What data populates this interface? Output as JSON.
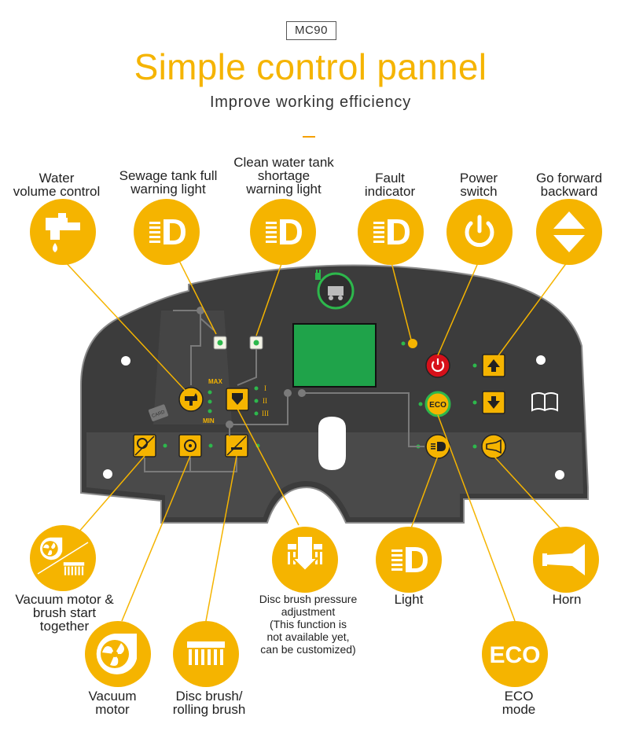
{
  "header": {
    "model": "MC90",
    "title": "Simple control pannel",
    "subtitle": "Improve working efficiency"
  },
  "colors": {
    "accent": "#F5B400",
    "panel": "#3C3C3C",
    "screen": "#1FA34A",
    "indicator": "#2DB84C",
    "power": "#D6101A"
  },
  "panel": {
    "level_max": "MAX",
    "level_min": "MIN",
    "pressure_levels": [
      "I",
      "II",
      "III"
    ],
    "eco_button": "ECO",
    "card_label": "CARD"
  },
  "callouts": {
    "water_volume": [
      "Water",
      "volume control"
    ],
    "sewage_full": [
      "Sewage tank full",
      "warning light"
    ],
    "clean_water": [
      "Clean water tank",
      "shortage",
      "warning light"
    ],
    "fault": [
      "Fault",
      "indicator"
    ],
    "power": [
      "Power",
      "switch"
    ],
    "direction": [
      "Go forward",
      "backward"
    ],
    "vac_brush": [
      "Vacuum motor &",
      "brush start",
      "together"
    ],
    "pressure": [
      "Disc brush pressure",
      "adjustment",
      "(This function is",
      "not available yet,",
      "can be customized)"
    ],
    "light": [
      "Light"
    ],
    "horn": [
      "Horn"
    ],
    "vacuum": [
      "Vacuum",
      "motor"
    ],
    "disc_brush": [
      "Disc brush/",
      "rolling brush"
    ],
    "eco": [
      "ECO",
      "mode"
    ]
  },
  "icons": {
    "water_volume": "water-tap-icon",
    "sewage_full": "warning-lamp-icon",
    "clean_water": "warning-lamp-icon",
    "fault": "warning-lamp-icon",
    "power": "power-icon",
    "direction": "up-down-arrows-icon",
    "vac_brush": "vacuum-brush-icon",
    "pressure": "brush-pressure-icon",
    "light": "headlight-icon",
    "horn": "horn-icon",
    "vacuum": "vacuum-fan-icon",
    "disc_brush": "brush-icon",
    "eco": "eco-icon"
  }
}
